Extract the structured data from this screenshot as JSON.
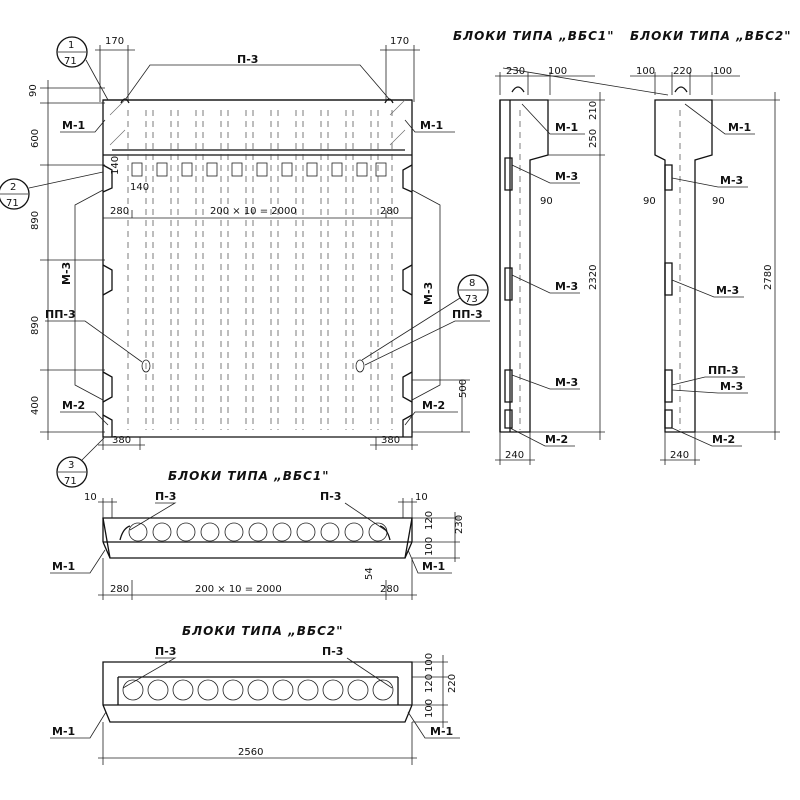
{
  "titles": {
    "vbs1_side": "БЛОКИ ТИПА „ВБС1\"",
    "vbs2_side": "БЛОКИ ТИПА „ВБС2\"",
    "vbs1_plan": "БЛОКИ ТИПА „ВБС1\"",
    "vbs2_plan": "БЛОКИ ТИПА „ВБС2\""
  },
  "callouts": [
    {
      "num": "1",
      "sheet": "71"
    },
    {
      "num": "2",
      "sheet": "71"
    },
    {
      "num": "3",
      "sheet": "71"
    },
    {
      "num": "8",
      "sheet": "73"
    }
  ],
  "marks": {
    "p3": "П-3",
    "m1": "М-1",
    "m2": "М-2",
    "m3": "М-3",
    "pp3": "ПП-3"
  },
  "dims": {
    "d170": "170",
    "d90": "90",
    "d600": "600",
    "d890": "890",
    "d400": "400",
    "d280": "280",
    "d380": "380",
    "d500": "500",
    "d140": "140",
    "d200x10": "200 × 10 = 2000",
    "d230": "230",
    "d100": "100",
    "d220": "220",
    "d210": "210",
    "d250": "250",
    "d2320": "2320",
    "d2780": "2780",
    "d240": "240",
    "d10": "10",
    "d54": "54",
    "d120": "120",
    "d2560": "2560"
  }
}
